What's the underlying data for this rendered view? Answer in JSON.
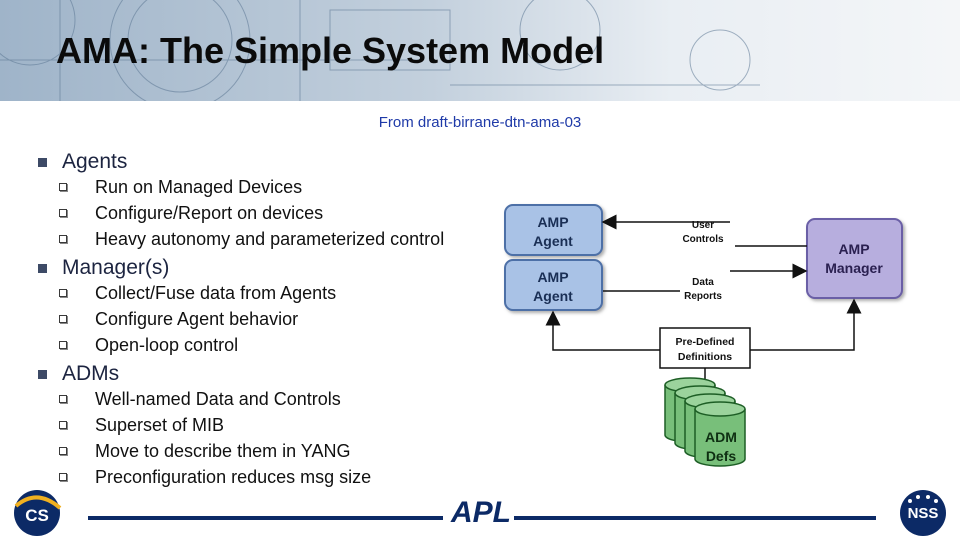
{
  "slide": {
    "title": "AMA: The Simple System Model",
    "source": "From draft-birrane-dtn-ama-03",
    "sections": [
      {
        "heading": "Agents",
        "items": [
          "Run on Managed Devices",
          "Configure/Report on devices",
          "Heavy autonomy and parameterized control"
        ]
      },
      {
        "heading": "Manager(s)",
        "items": [
          "Collect/Fuse data from Agents",
          "Configure Agent behavior",
          "Open-loop control"
        ]
      },
      {
        "heading": "ADMs",
        "items": [
          "Well-named Data and Controls",
          "Superset of MIB",
          "Move to describe them in YANG",
          "Preconfiguration reduces msg size"
        ]
      }
    ]
  },
  "diagram": {
    "agent_top": [
      "AMP",
      "Agent"
    ],
    "agent_bottom": [
      "AMP",
      "Agent"
    ],
    "manager": [
      "AMP",
      "Manager"
    ],
    "user_controls": [
      "User",
      "Controls"
    ],
    "data_reports": [
      "Data",
      "Reports"
    ],
    "predefined": [
      "Pre-Defined",
      "Definitions"
    ],
    "adm": [
      "ADM",
      "Defs"
    ]
  },
  "footer": {
    "left_logo": "CS",
    "center_logo": "APL",
    "right_logo": "NSS"
  },
  "colors": {
    "agent_fill": "#a9c2e6",
    "manager_fill": "#b7aede",
    "adm_fill": "#78bf7a",
    "footer_line": "#0c2a66"
  }
}
